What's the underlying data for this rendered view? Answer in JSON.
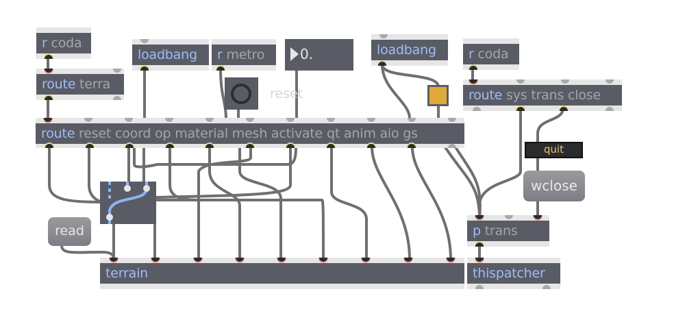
{
  "patcher": {
    "objects": [
      {
        "id": "r-coda-1",
        "class": "r",
        "args": "coda"
      },
      {
        "id": "route-terra",
        "class": "route",
        "args": "terra"
      },
      {
        "id": "loadbang-1",
        "class": "loadbang",
        "args": ""
      },
      {
        "id": "r-metro",
        "class": "r",
        "args": "metro"
      },
      {
        "id": "loadbang-2",
        "class": "loadbang",
        "args": ""
      },
      {
        "id": "r-coda-2",
        "class": "r",
        "args": "coda"
      },
      {
        "id": "route-sys",
        "class": "route",
        "args": "sys trans close"
      },
      {
        "id": "route-main",
        "class": "route",
        "args": "reset coord op material mesh activate qt anim aio gs"
      },
      {
        "id": "p-trans",
        "class": "p",
        "args": "trans"
      },
      {
        "id": "terrain",
        "class": "terrain",
        "args": ""
      },
      {
        "id": "thispatcher",
        "class": "thispatcher",
        "args": ""
      }
    ],
    "number_box": {
      "value": "0."
    },
    "bang_comment": "reset",
    "toggle": {
      "state": true,
      "color": "#e1a93a"
    },
    "messages": {
      "read": "read",
      "wclose": "wclose",
      "quit": "quit"
    },
    "colors": {
      "object_body": "#595c65",
      "object_class_text": "#9fbcf7",
      "object_arg_text": "#a6a6a6",
      "cord": "#7a7a7a",
      "gate_route": "#8cb4f2"
    }
  }
}
